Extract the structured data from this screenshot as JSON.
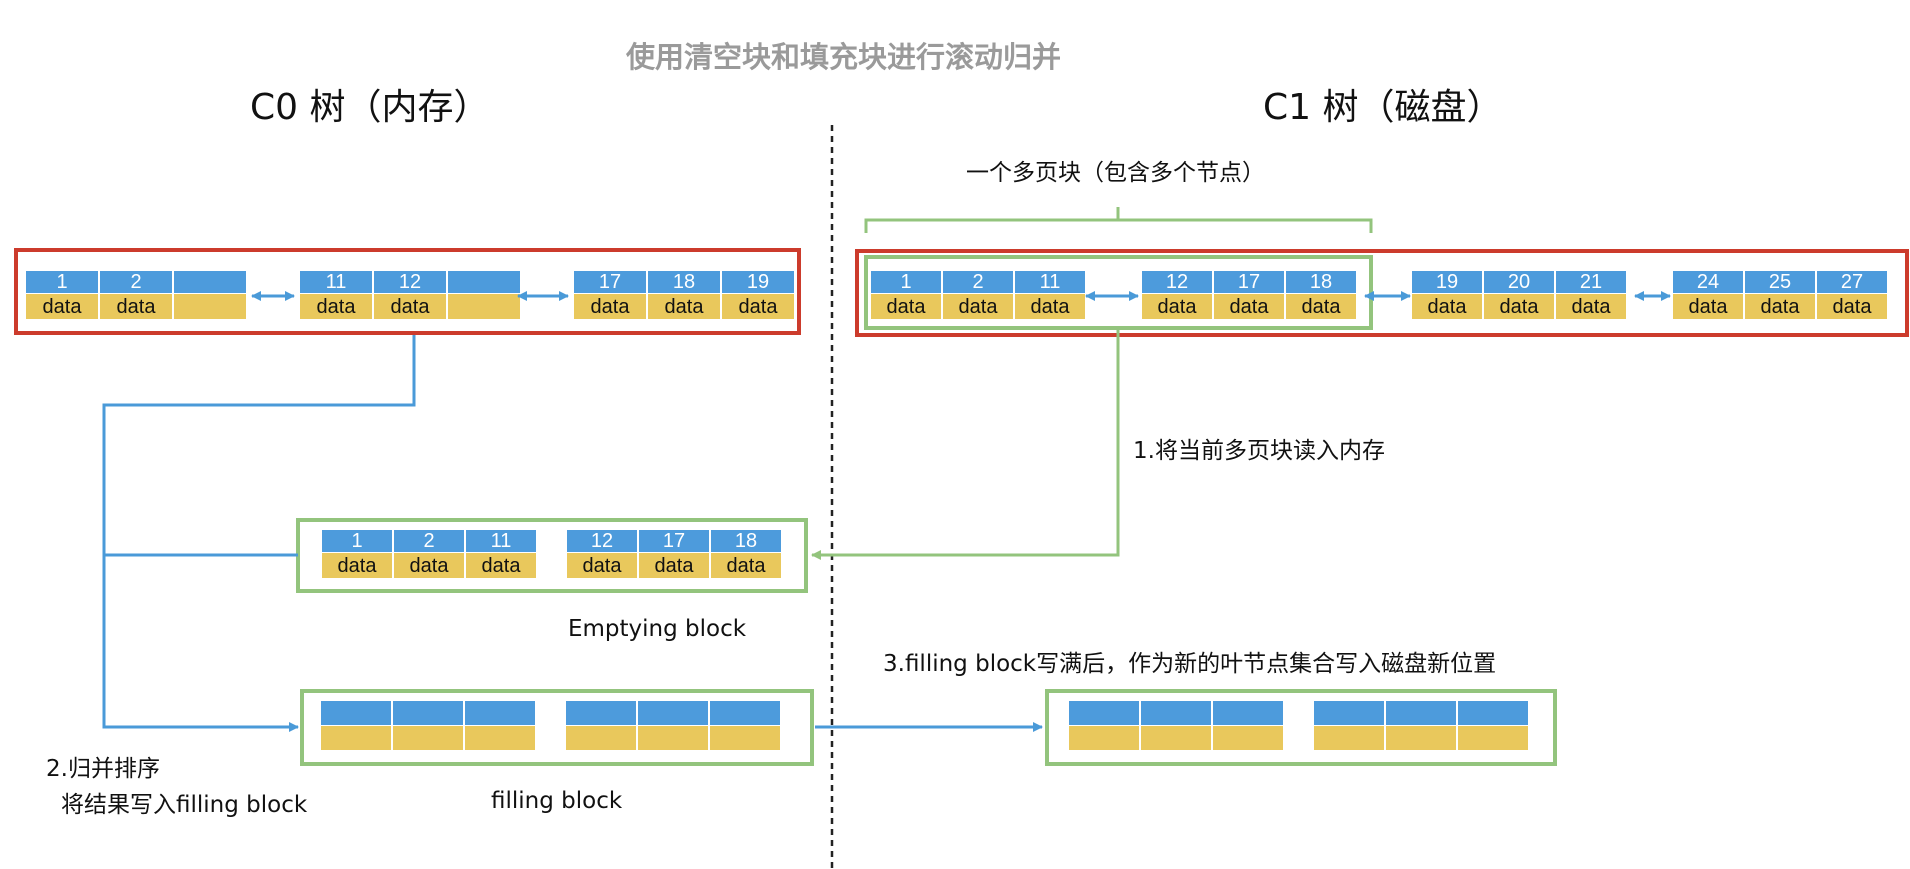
{
  "title": "使用清空块和填充块进行滚动归并",
  "c0_title": "C0 树（内存）",
  "c1_title": "C1 树（磁盘）",
  "multipage_label": "一个多页块（包含多个节点）",
  "step1": "1.将当前多页块读入内存",
  "step2_line1": "2.归并排序",
  "step2_line2": "将结果写入filling block",
  "step3": "3.filling block写满后，作为新的叶节点集合写入磁盘新位置",
  "emptying_label": "Emptying block",
  "filling_label": "filling block",
  "data_text": "data",
  "c0_nodes": [
    [
      "1",
      "2",
      ""
    ],
    [
      "11",
      "12",
      ""
    ],
    [
      "17",
      "18",
      "19"
    ]
  ],
  "c1_nodes": [
    [
      "1",
      "2",
      "11"
    ],
    [
      "12",
      "17",
      "18"
    ],
    [
      "19",
      "20",
      "21"
    ],
    [
      "24",
      "25",
      "27"
    ]
  ],
  "emptying_nodes": [
    [
      "1",
      "2",
      "11"
    ],
    [
      "12",
      "17",
      "18"
    ]
  ],
  "filling_nodes": [
    [
      "",
      "",
      ""
    ],
    [
      "",
      "",
      ""
    ]
  ],
  "disk_nodes": [
    [
      "",
      "",
      ""
    ],
    [
      "",
      "",
      ""
    ]
  ],
  "colors": {
    "key_cell": "#4d9bdc",
    "data_cell": "#e9c85c",
    "red_border": "#cc3b2c",
    "green_border": "#93c47d",
    "blue_line": "#4a9ad8",
    "green_line": "#93c47d",
    "divider": "#222222"
  }
}
